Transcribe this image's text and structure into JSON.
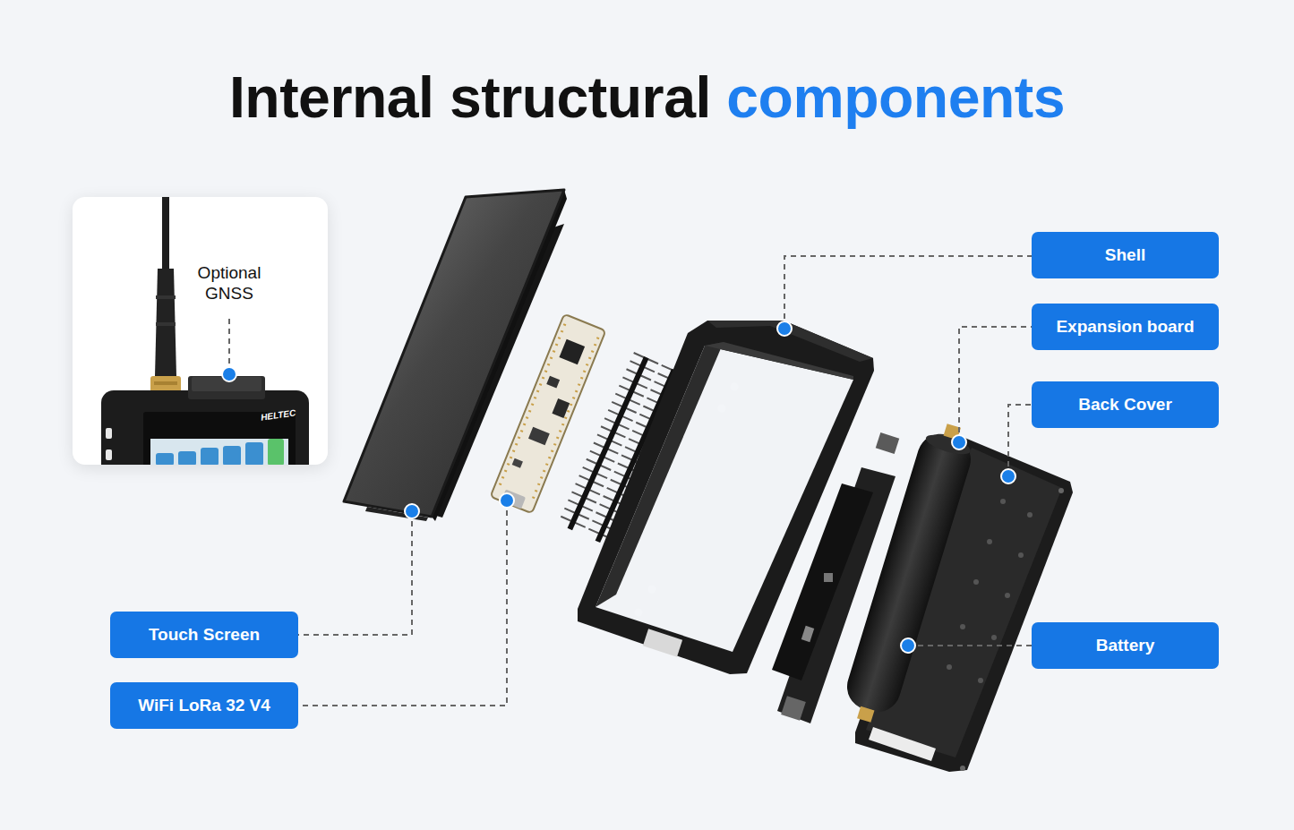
{
  "diagram": {
    "title": "Internal structural components",
    "nodes": [
      {
        "text": [
          "Optional GNSS"
        ]
      },
      {
        "text": [
          "Shell"
        ]
      },
      {
        "text": [
          "Expansion board"
        ]
      },
      {
        "text": [
          "Back Cover"
        ]
      },
      {
        "text": [
          "Touch Screen"
        ]
      },
      {
        "text": [
          "Battery"
        ]
      },
      {
        "text": [
          "WiFi LoRa 32 V4"
        ]
      }
    ],
    "labels": [
      "HELTEC"
    ]
  }
}
